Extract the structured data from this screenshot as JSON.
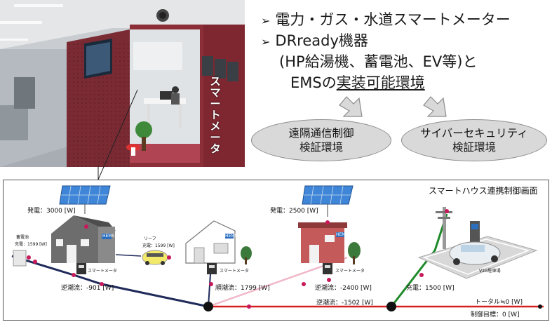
{
  "photo": {
    "meter_label": "スマートメータ"
  },
  "bullets": {
    "b1": "電力・ガス・水道スマートメーター",
    "b2": "DRready機器",
    "b2_sub": "(HP給湯機、蓄電池、EV等)と",
    "b3_prefix": "EMSの",
    "b3_underlined": "実装可能環境"
  },
  "ovals": {
    "remote": [
      "遠隔通信制御",
      "検証環境"
    ],
    "cyber": [
      "サイバーセキュリティ",
      "検証環境"
    ]
  },
  "panel": {
    "title": "スマートハウス連携制御画面",
    "house1": {
      "gen": "発電：3000 [W]",
      "battery_name": "蓄電池",
      "charge": "充電：1599 [W]",
      "meter": "スマートメータ",
      "flow": "逆潮流：-901 [W]",
      "hems": "HEMS"
    },
    "house2": {
      "car_name": "リーフ",
      "charge": "充電：1599 [W]",
      "meter": "スマートメータ",
      "flow": "順潮流：1799 [W]",
      "hems": "HEMS"
    },
    "house3": {
      "gen": "発電：2500 [W]",
      "meter": "スマートメータ",
      "flow1": "逆潮流：-2400 [W]",
      "flow2": "逆潮流：-1502 [W]",
      "hems": "HEMS"
    },
    "v2g": {
      "charge": "充電：1500 [W]",
      "name": "V2G駐車場"
    },
    "total": "トータル≒0 [W]",
    "target": "制御目標：0 [W]"
  },
  "colors": {
    "line_navy": "#1f2a5a",
    "line_pink": "#f0b8c8",
    "line_green": "#1f8a2a",
    "line_red": "#d42020",
    "node_magenta": "#c8195a",
    "house_gray": "#6d6d6d",
    "house_red": "#c45a5a"
  }
}
